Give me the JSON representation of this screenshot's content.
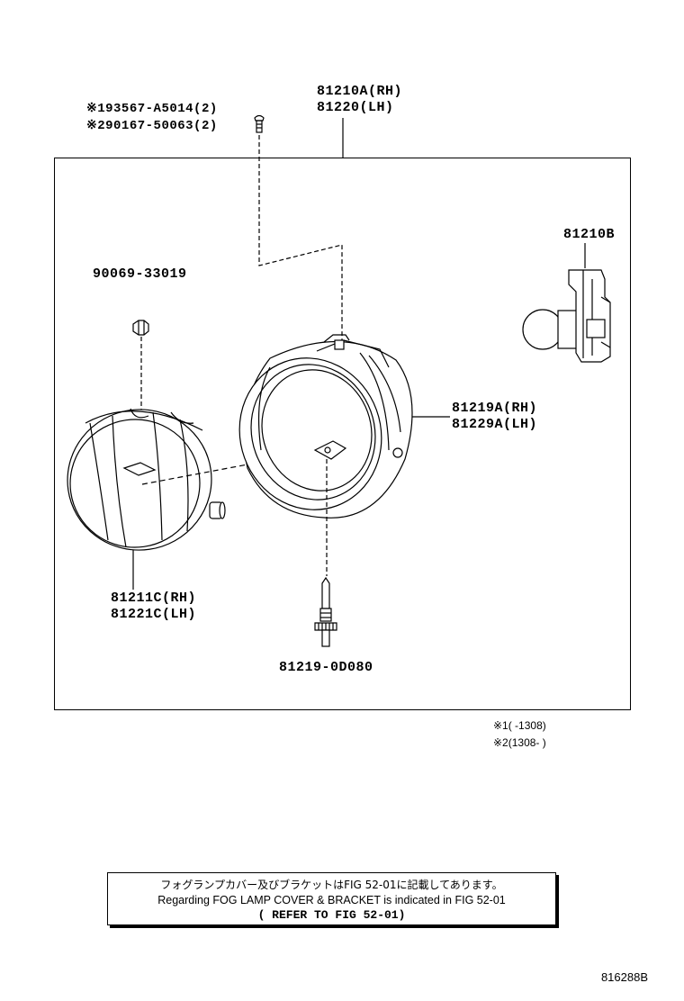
{
  "parts": {
    "assy_rh": "81210A(RH)",
    "assy_lh": "81220(LH)",
    "screw_1": "※193567-A5014(2)",
    "screw_2": "※290167-50063(2)",
    "nut": "90069-33019",
    "bulb": "81210B",
    "housing_rh": "81219A(RH)",
    "housing_lh": "81229A(LH)",
    "lens_rh": "81211C(RH)",
    "lens_lh": "81221C(LH)",
    "adjuster": "81219-0D080"
  },
  "notes": {
    "note1": "※1(    -1308)",
    "note2": "※2(1308-    )"
  },
  "reference": {
    "line_jp": "フォグランプカバー及びブラケットはFIG 52-01に記載してあります。",
    "line_en": "Regarding FOG LAMP COVER & BRACKET is indicated in FIG 52-01",
    "line_ref": "( REFER TO FIG 52-01)"
  },
  "figure_id": "816288B"
}
